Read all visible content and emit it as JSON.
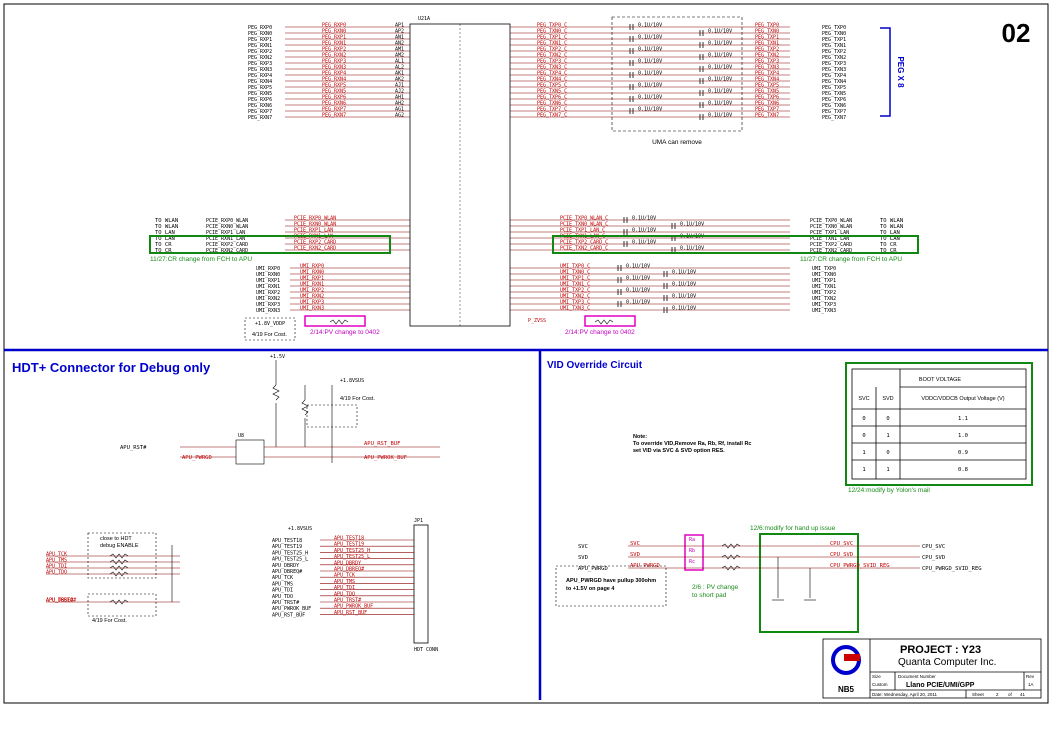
{
  "page_number": "02",
  "sections": {
    "hdt_title": "HDT+  Connector for Debug only",
    "vid_title": "VID Override Circuit"
  },
  "peg": {
    "label": "PEG X 8",
    "uma_note": "UMA can remove",
    "ref": "U21A",
    "pin_letters": [
      "AP1",
      "AP2",
      "AN1",
      "AN2",
      "AM1",
      "AM2",
      "AL1",
      "AL2",
      "AK1",
      "AK2",
      "AJ1",
      "AJ2",
      "AH1",
      "AH2",
      "AG1",
      "AG2"
    ],
    "rx_nets": [
      "PEG_RXP0",
      "PEG_RXN0",
      "PEG_RXP1",
      "PEG_RXN1",
      "PEG_RXP2",
      "PEG_RXN2",
      "PEG_RXP3",
      "PEG_RXN3",
      "PEG_RXP4",
      "PEG_RXN4",
      "PEG_RXP5",
      "PEG_RXN5",
      "PEG_RXP6",
      "PEG_RXN6",
      "PEG_RXP7",
      "PEG_RXN7"
    ],
    "tx_nets": [
      "PEG_TXP0",
      "PEG_TXN0",
      "PEG_TXP1",
      "PEG_TXN1",
      "PEG_TXP2",
      "PEG_TXN2",
      "PEG_TXP3",
      "PEG_TXN3",
      "PEG_TXP4",
      "PEG_TXN4",
      "PEG_TXP5",
      "PEG_TXN5",
      "PEG_TXP6",
      "PEG_TXN6",
      "PEG_TXP7",
      "PEG_TXN7"
    ],
    "cap_value": "0.1U/10V"
  },
  "gpp": {
    "left_dest": [
      "TO WLAN",
      "TO WLAN",
      "TO LAN",
      "TO LAN",
      "TO CR",
      "TO CR"
    ],
    "rx_nets": [
      "PCIE_RXP0_WLAN",
      "PCIE_RXN0_WLAN",
      "PCIE_RXP1_LAN",
      "PCIE_RXN1_LAN",
      "PCIE_RXP2_CARD",
      "PCIE_RXN2_CARD"
    ],
    "tx_nets": [
      "PCIE_TXP0_WLAN",
      "PCIE_TXN0_WLAN",
      "PCIE_TXP1_LAN",
      "PCIE_TXN1_LAN",
      "PCIE_TXP2_CARD",
      "PCIE_TXN2_CARD"
    ],
    "right_dest": [
      "TO WLAN",
      "TO WLAN",
      "TO LAN",
      "TO LAN",
      "TO CR",
      "TO CR"
    ],
    "change_note": "11/27:CR change from FCH to APU"
  },
  "umi": {
    "rx_nets": [
      "UMI_RXP0",
      "UMI_RXN0",
      "UMI_RXP1",
      "UMI_RXN1",
      "UMI_RXP2",
      "UMI_RXN2",
      "UMI_RXP3",
      "UMI_RXN3"
    ],
    "tx_nets": [
      "UMI_TXP0",
      "UMI_TXN0",
      "UMI_TXP1",
      "UMI_TXN1",
      "UMI_TXP2",
      "UMI_TXN2",
      "UMI_TXP3",
      "UMI_TXN3"
    ],
    "pv_note": "2/14:PV change to 0402",
    "cost_note": "4/19 For Cost.",
    "zvdd_net": "+1.8V_VDDP",
    "zvss_net": "P_ZVSS"
  },
  "hdt": {
    "rails": [
      "+1.5V",
      "+1.8VSUS"
    ],
    "left_nets": [
      "APU_RST#",
      "APU_PWRGD"
    ],
    "right_nets": [
      "APU_RST_BUF",
      "APU_PWROK_BUF"
    ],
    "buffer_ref": "U8",
    "cost_note": "4/19 For Cost.",
    "connector_ref": "JP1",
    "jtag_left": [
      "APU_TCK",
      "APU_TMS",
      "APU_TDI",
      "APU_TDO",
      "APU_TRST#",
      "APU_DBREQ#"
    ],
    "debug_box": [
      "close to HDT",
      "debug ENABLE"
    ],
    "cost_note2": "4/19 For Cost.",
    "hdr_nets": [
      "APU_TEST18",
      "APU_TEST19",
      "APU_TEST25_H",
      "APU_TEST25_L",
      "APU_DBRDY",
      "APU_DBREQ#",
      "APU_TCK",
      "APU_TMS",
      "APU_TDI",
      "APU_TDO",
      "APU_TRST#",
      "APU_PWROK_BUF",
      "APU_RST_BUF"
    ],
    "hdr_rail": "+1.8VSUS",
    "hdr_part": "HDT CONN"
  },
  "vid": {
    "note": [
      "Note:",
      "To override VID,Remove Ra, Rb, Rf, install Rc",
      "set VID via SVC & SVD option RES."
    ],
    "table_title": "BOOT VOLTAGE",
    "table_headers": [
      "SVC",
      "SVD",
      "VDDC/VDDCB Output Voltage (V)"
    ],
    "table_rows": [
      [
        "0",
        "0",
        "1.1"
      ],
      [
        "0",
        "1",
        "1.0"
      ],
      [
        "1",
        "0",
        "0.9"
      ],
      [
        "1",
        "1",
        "0.8"
      ]
    ],
    "table_note": "12/24:modify by Yolon's mail",
    "hand_note": "12/6:modify for hand up issue",
    "inputs": [
      "SVC",
      "SVD",
      "APU_PWRGD"
    ],
    "outputs": [
      "CPU_SVC",
      "CPU_SVD",
      "CPU_PWRGD_SVID_REG"
    ],
    "res_labels": [
      "Ra",
      "Rb",
      "Rc"
    ],
    "pwrgd_note": [
      "APU_PWRGD have pullup 300ohm",
      "to +1.5V on page 4"
    ],
    "short_note": [
      "2/6 : PV change",
      "to short pad"
    ]
  },
  "title_block": {
    "project": "PROJECT : Y23",
    "company": "Quanta Computer Inc.",
    "doc_title": "Llano PCIE/UMI/GPP",
    "logo_text": "NB5",
    "size_label": "Size",
    "size_value": "Custom",
    "docnum_label": "Document Number",
    "rev_label": "Rev",
    "rev_value": "1A",
    "date_label": "Date:",
    "date_value": "Wednesday, April 20, 2011",
    "sheet_label": "Sheet",
    "sheet_value": "2",
    "of_label": "of",
    "of_value": "41"
  },
  "colors": {
    "net": "#c00000",
    "wire": "#8b0000",
    "divider": "#0000cc",
    "ink": "#000000",
    "green_box": "#118811",
    "magenta_box": "#e000c0",
    "blue_text": "#0000cc",
    "note_green": "#1a8c1a",
    "note_magenta": "#c000c0"
  }
}
